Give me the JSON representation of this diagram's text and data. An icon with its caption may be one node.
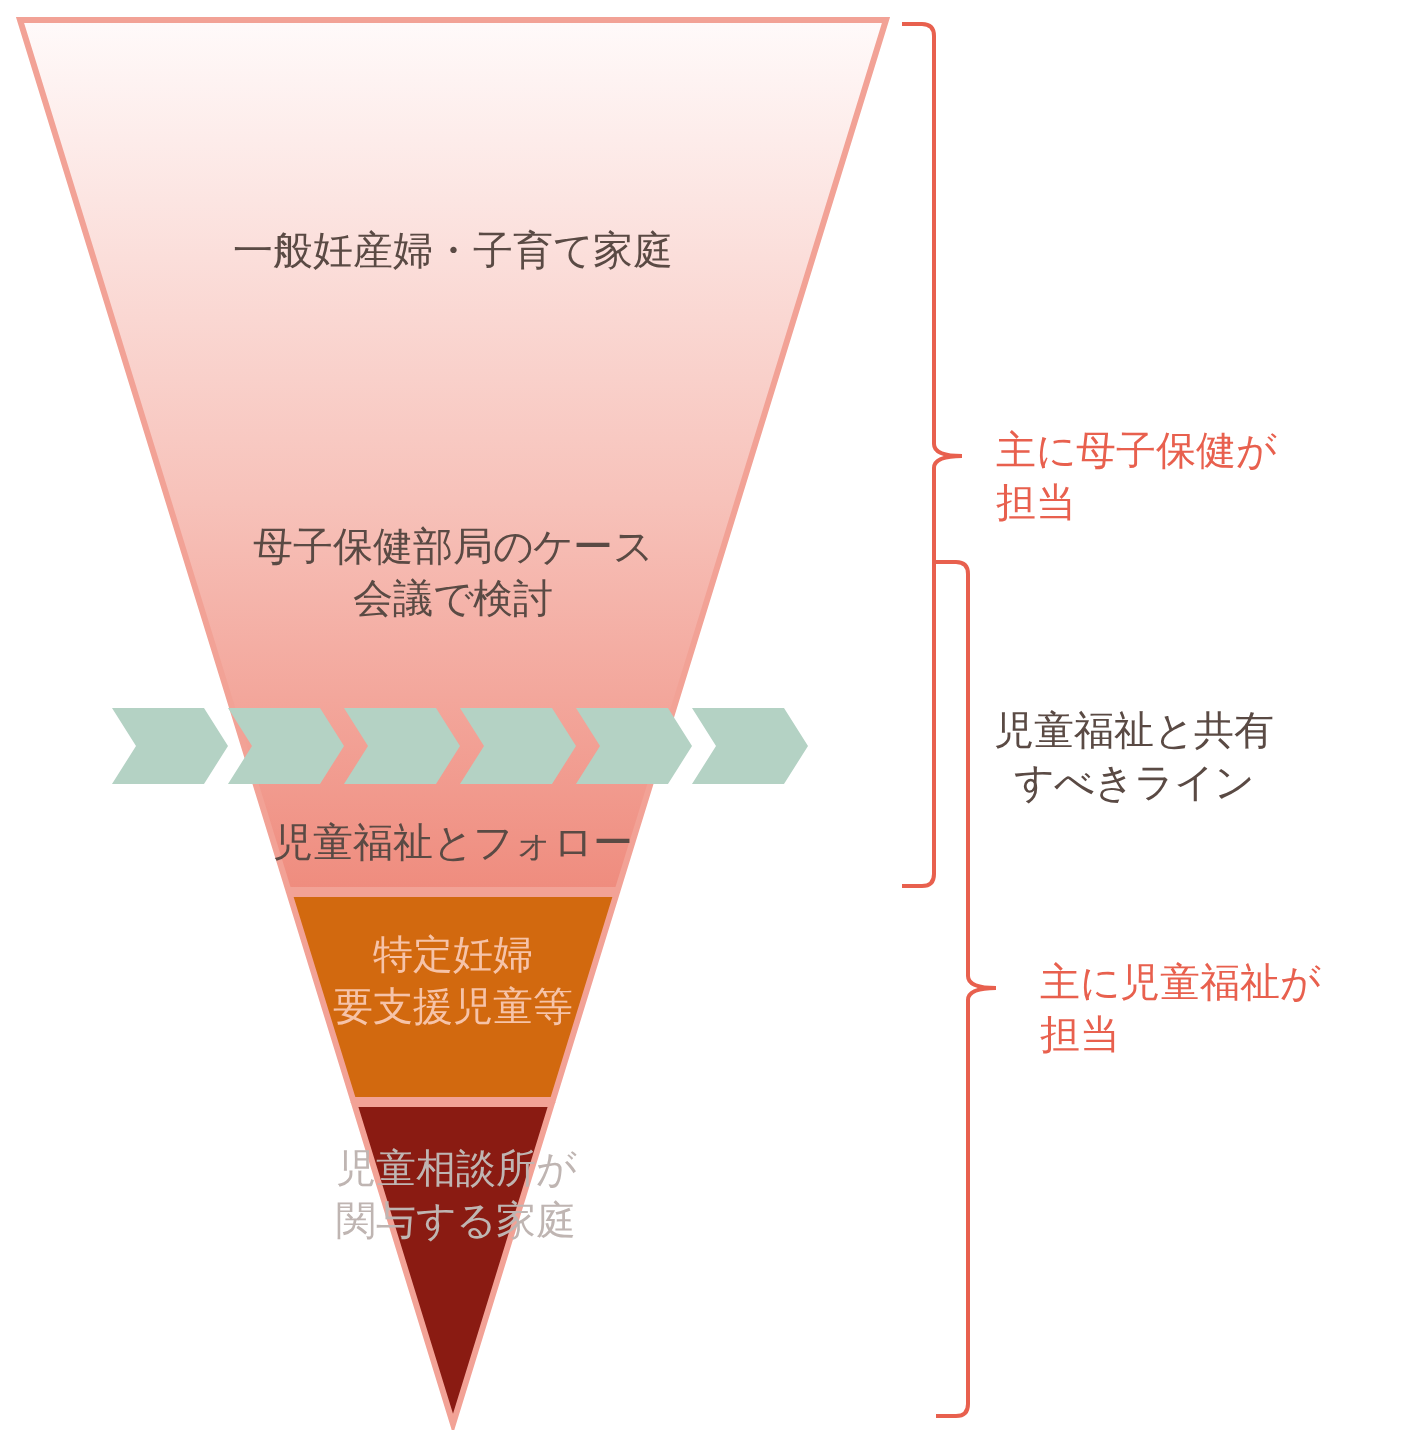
{
  "diagram": {
    "nodes": [
      {
        "text": [
          "一般妊産婦・子育て家庭",
          "母子保健部局のケース会議で検討",
          "児童福祉とフォロー"
        ]
      },
      {
        "text": [
          "特定妊婦要支援児童等"
        ]
      },
      {
        "text": [
          "児童相談所が関与する家庭"
        ]
      }
    ],
    "labels": [
      "主に母子保健が担当",
      "児童福祉と共有すべきライン",
      "主に児童福祉が担当"
    ]
  }
}
